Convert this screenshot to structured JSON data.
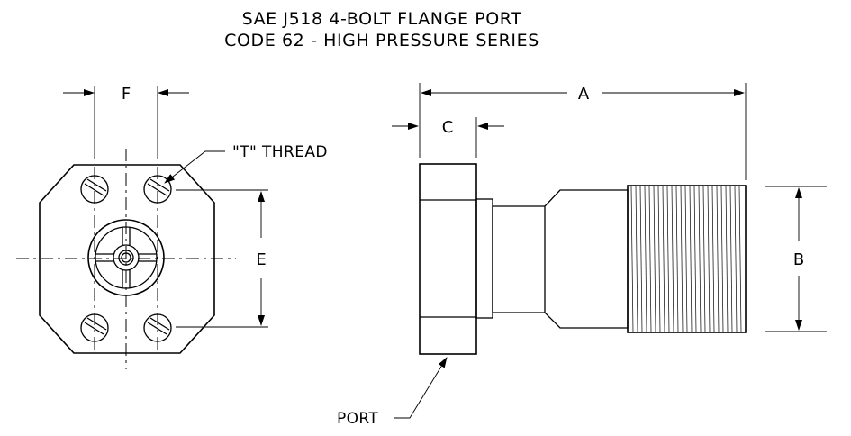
{
  "title": {
    "line1": "SAE J518 4-BOLT FLANGE PORT",
    "line2": "CODE 62 - HIGH PRESSURE SERIES"
  },
  "front_view": {
    "dims": {
      "f": "F",
      "e": "E"
    },
    "thread_callout": "\"T\" THREAD"
  },
  "side_view": {
    "dims": {
      "a": "A",
      "b": "B",
      "c": "C"
    },
    "port_callout": "PORT"
  }
}
